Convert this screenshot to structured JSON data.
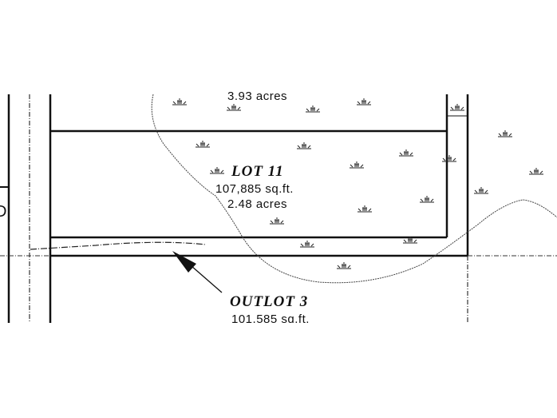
{
  "lots": {
    "upper_lot": {
      "acres": "3.93 acres"
    },
    "lot11": {
      "title": "LOT 11",
      "area_sqft": "107,885 sq.ft.",
      "acres": "2.48 acres"
    },
    "outlot3": {
      "title": "OUTLOT 3",
      "area_sqft": "101,585 sq.ft."
    }
  },
  "edge_marks": {
    "left_fragment": "D"
  },
  "symbols": {
    "marsh": "wetland-marsh-symbol"
  },
  "colors": {
    "ink": "#111111",
    "background": "#ffffff"
  }
}
